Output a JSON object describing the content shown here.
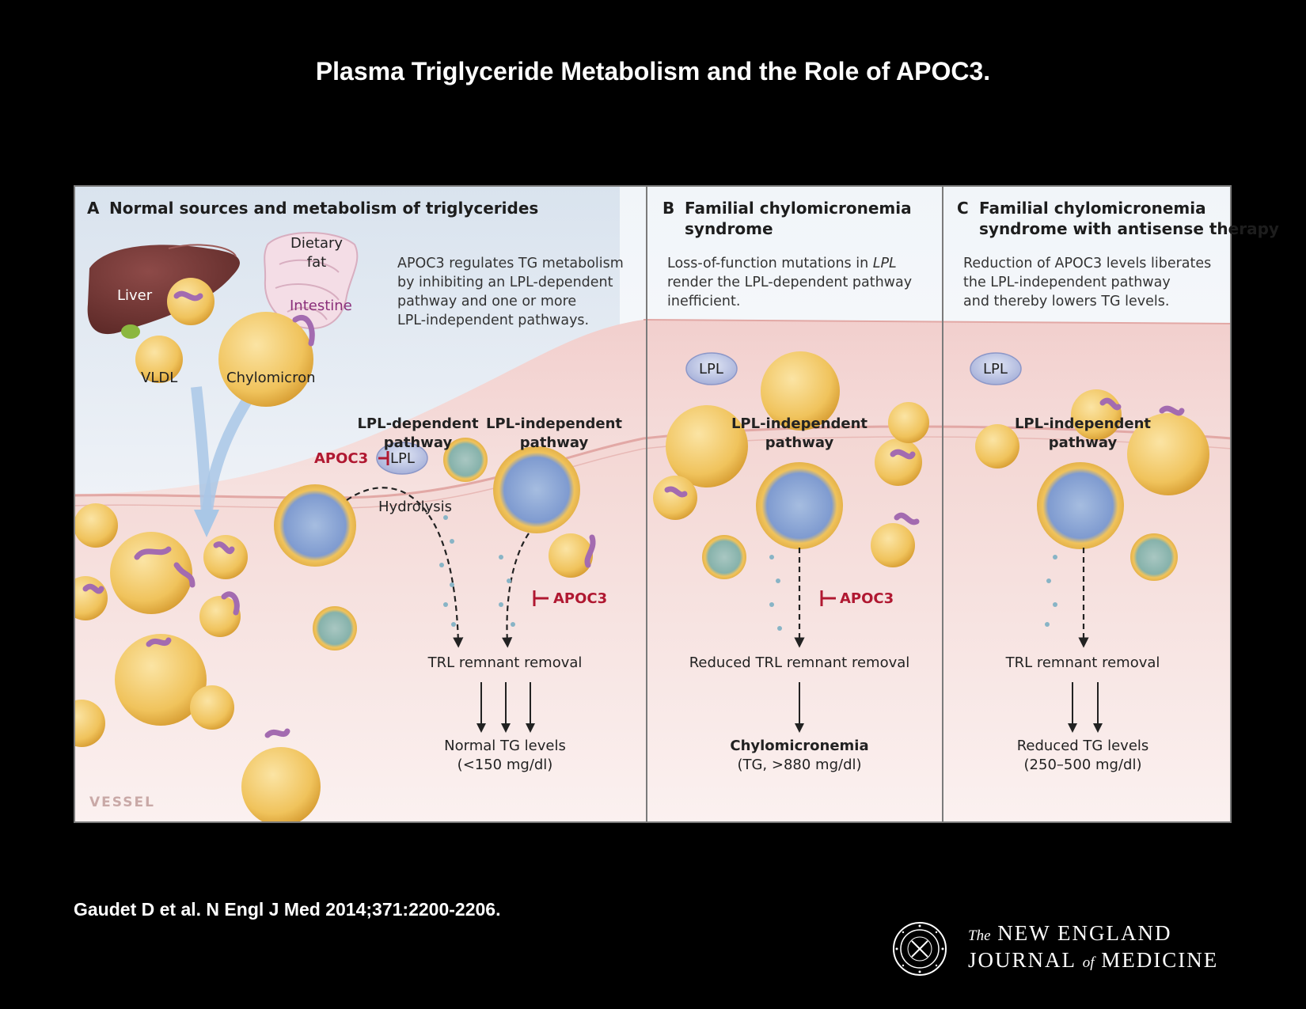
{
  "title": "Plasma Triglyceride Metabolism and the Role of APOC3.",
  "citation": "Gaudet D et al. N Engl J Med 2014;371:2200-2206.",
  "journal": {
    "the": "The",
    "line1": "NEW ENGLAND",
    "line2a": "JOURNAL",
    "of": "of",
    "line2b": "MEDICINE"
  },
  "panel_a": {
    "letter": "A",
    "heading": "Normal sources and metabolism of triglycerides",
    "description": [
      "APOC3 regulates TG metabolism",
      "by inhibiting an LPL-dependent",
      "pathway and one or more",
      "LPL-independent pathways."
    ],
    "liver": "Liver",
    "dietary_fat": [
      "Dietary",
      "fat"
    ],
    "intestine": "Intestine",
    "vldl": "VLDL",
    "chylomicron": "Chylomicron",
    "lpl_dependent": [
      "LPL-dependent",
      "pathway"
    ],
    "lpl_independent": [
      "LPL-independent",
      "pathway"
    ],
    "apoc3_a": "APOC3",
    "lpl": "LPL",
    "hydrolysis": "Hydrolysis",
    "apoc3_b": "APOC3",
    "removal": "TRL remnant removal",
    "result": [
      "Normal TG levels",
      "(<150 mg/dl)"
    ],
    "vessel": "VESSEL"
  },
  "panel_b": {
    "letter": "B",
    "heading": [
      "Familial chylomicronemia",
      "syndrome"
    ],
    "description_pre": "Loss-of-function mutations in ",
    "description_em": "LPL",
    "description": [
      "render the LPL-dependent pathway",
      "inefficient."
    ],
    "lpl": "LPL",
    "lpl_independent": [
      "LPL-independent",
      "pathway"
    ],
    "apoc3": "APOC3",
    "removal": "Reduced TRL remnant removal",
    "result_bold": "Chylomicronemia",
    "result": "(TG, >880 mg/dl)"
  },
  "panel_c": {
    "letter": "C",
    "heading": [
      "Familial chylomicronemia",
      "syndrome with antisense therapy"
    ],
    "description": [
      "Reduction of APOC3 levels liberates",
      "the LPL-independent pathway",
      "and thereby lowers TG levels."
    ],
    "lpl": "LPL",
    "lpl_independent": [
      "LPL-independent",
      "pathway"
    ],
    "removal": "TRL remnant removal",
    "result": [
      "Reduced TG levels",
      "(250–500 mg/dl)"
    ]
  }
}
